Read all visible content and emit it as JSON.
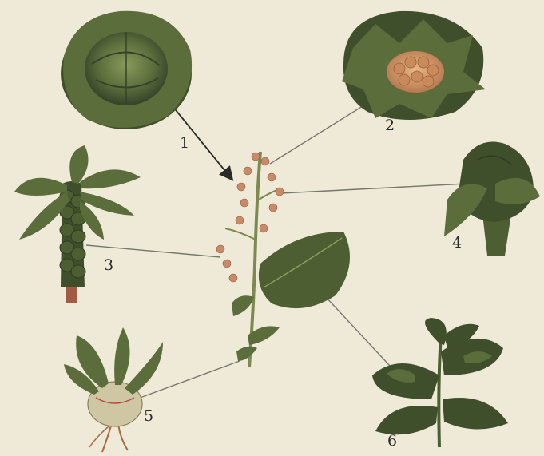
{
  "diagram": {
    "labels": [
      "1",
      "2",
      "3",
      "4",
      "5",
      "6"
    ],
    "colors": {
      "paper": "#efe9d8",
      "leaf_dark": "#3f4f2b",
      "leaf_mid": "#5b6d3b",
      "leaf_light": "#8a9a5b",
      "flower": "#c98a6a",
      "curd": "#d9a170",
      "stem": "#7c8a4f",
      "root": "#a86a3e",
      "connector": "#777770"
    }
  }
}
